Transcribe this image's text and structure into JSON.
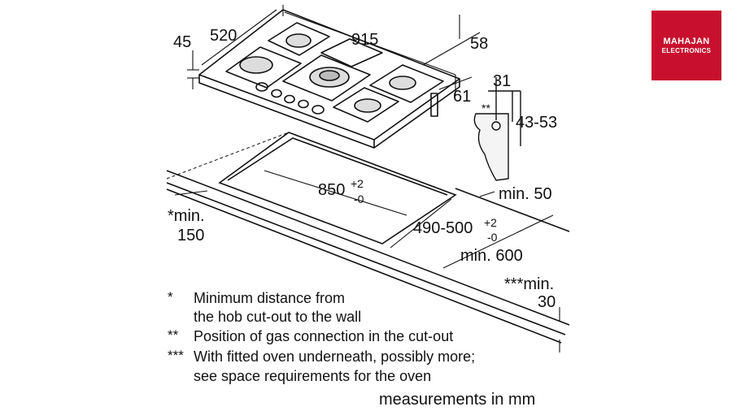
{
  "brand": {
    "line1": "MAHAJAN",
    "line2": "ELECTRONICS",
    "color": "#c8102e"
  },
  "dimensions": {
    "hob_height": "45",
    "hob_depth": "520",
    "hob_width": "915",
    "rear_offset": "58",
    "front_offset": "61",
    "connection_offset": "31",
    "connection_height": "43-53",
    "connection_mark": "**",
    "cutout_width": "850",
    "cutout_width_tol_plus": "+2",
    "cutout_width_tol_minus": "-0",
    "cutout_depth": "490-500",
    "cutout_depth_tol_plus": "+2",
    "cutout_depth_tol_minus": "-0",
    "min_50": "min. 50",
    "min_600": "min. 600",
    "min_150_line1": "*min.",
    "min_150_line2": "150",
    "min_30_line1": "***min.",
    "min_30_line2": "30"
  },
  "notes": [
    {
      "mark": "*",
      "lines": [
        "Minimum distance from",
        "the hob cut-out to the wall"
      ]
    },
    {
      "mark": "**",
      "lines": [
        "Position of gas connection in the cut-out"
      ]
    },
    {
      "mark": "***",
      "lines": [
        "With fitted oven underneath, possibly more;",
        "see space requirements for the oven"
      ]
    }
  ],
  "units": "measurements in mm"
}
